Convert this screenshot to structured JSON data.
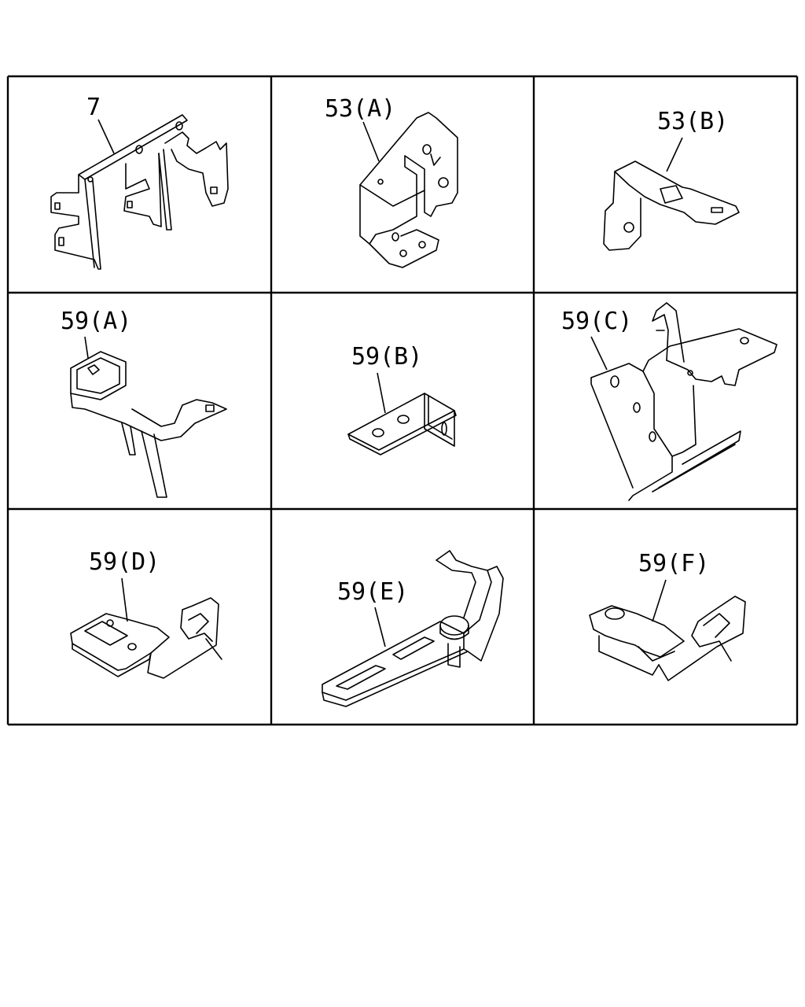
{
  "parts": [
    {
      "id": "p7",
      "label": "7"
    },
    {
      "id": "p53a",
      "label": "53(A)"
    },
    {
      "id": "p53b",
      "label": "53(B)"
    },
    {
      "id": "p59a",
      "label": "59(A)"
    },
    {
      "id": "p59b",
      "label": "59(B)"
    },
    {
      "id": "p59c",
      "label": "59(C)"
    },
    {
      "id": "p59d",
      "label": "59(D)"
    },
    {
      "id": "p59e",
      "label": "59(E)"
    },
    {
      "id": "p59f",
      "label": "59(F)"
    }
  ]
}
